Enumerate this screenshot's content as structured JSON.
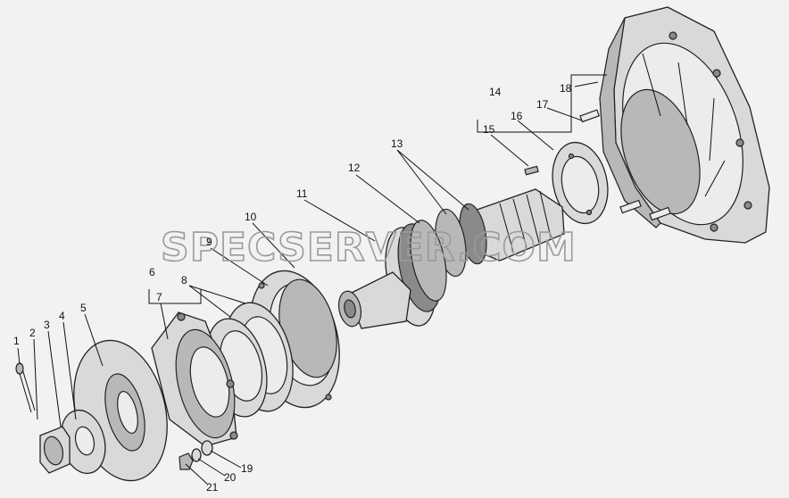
{
  "watermark": "SPECSERVER.COM",
  "callouts": [
    "1",
    "2",
    "3",
    "4",
    "5",
    "6",
    "7",
    "8",
    "9",
    "10",
    "11",
    "12",
    "13",
    "14",
    "15",
    "16",
    "17",
    "18",
    "19",
    "20",
    "21"
  ]
}
